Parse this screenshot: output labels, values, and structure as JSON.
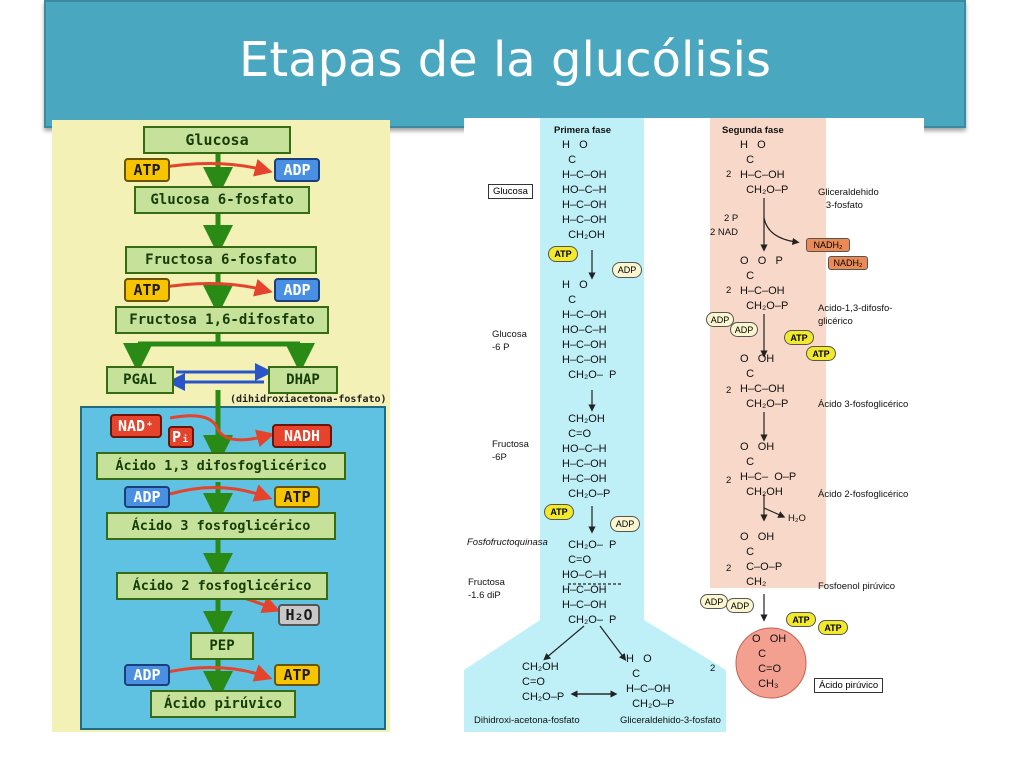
{
  "title": "Etapas de la glucólisis",
  "left_diagram": {
    "glucosa": "Glucosa",
    "g6p": "Glucosa 6-fosfato",
    "f6p": "Fructosa 6-fosfato",
    "f16": "Fructosa 1,6-difosfato",
    "pgal": "PGAL",
    "dhap": "DHAP",
    "dhap_note": "(dihidroxiacetona-fosfato)",
    "a13": "Ácido 1,3 difosfoglicérico",
    "a3": "Ácido 3 fosfoglicérico",
    "a2": "Ácido 2 fosfoglicérico",
    "pep": "PEP",
    "pir": "Ácido pirúvico",
    "atp": "ATP",
    "adp": "ADP",
    "nad": "NAD⁺",
    "pi": "Pᵢ",
    "nadh": "NADH",
    "h2o": "H₂O"
  },
  "right_diagram": {
    "primera_fase": "Primera fase",
    "segunda_fase": "Segunda fase",
    "glucosa_label": "Glucosa",
    "glucosa6p_label": "Glucosa\n-6 P",
    "fructosa6p_label": "Fructosa\n-6P",
    "fosfofructoquinasa": "Fosfofructoquinasa",
    "fructosa16_label": "Fructosa\n-1.6 diP",
    "dihidroxi": "Dihidroxi-acetona-fosfato",
    "gliceraldehido3f": "Gliceraldehido-3-fosfato",
    "glic_label": "Gliceraldehido\n   3-fosfato",
    "two_p": "2 P",
    "two_nad": "2 NAD",
    "nadh2": "NADH₂",
    "acido13": "Acido-1,3-difosfo-\nglicérico",
    "acido3": "Ácido 3-fosfoglicérico",
    "acido2": "Ácido 2-fosfoglicérico",
    "h2o": "H₂O",
    "fosfoenol": "Fosfoenol pirúvico",
    "acido_piruvico": "Ácido pirúvico",
    "atp": "ATP",
    "adp": "ADP",
    "chem_glucosa": "H   O\n  C\nH–C–OH\nHO–C–H\nH–C–OH\nH–C–OH\n  CH₂OH",
    "chem_g6p": "H   O\n  C\nH–C–OH\nHO–C–H\nH–C–OH\nH–C–OH\n  CH₂O–  P",
    "chem_f6p": "  CH₂OH\n  C=O\nHO–C–H\nH–C–OH\nH–C–OH\n  CH₂O–P",
    "chem_f16": "  CH₂O–  P\n  C=O\nHO–C–H\nH–C–OH\nH–C–OH\n  CH₂O–  P",
    "chem_dhap": "CH₂OH\nC=O\nCH₂O–P",
    "chem_g3p": "H   O\n  C\nH–C–OH\n  CH₂O–P",
    "chem_s1": "H   O\n  C\nH–C–OH\n  CH₂O–P",
    "chem_s2": "O   O   P\n  C\nH–C–OH\n  CH₂O–P",
    "chem_s3": "O   OH\n  C\nH–C–OH\n  CH₂O–P",
    "chem_s4": "O   OH\n  C\nH–C–  O–P\n  CH₂OH",
    "chem_s5": "O   OH\n  C\n  C–O–P\n  CH₂",
    "chem_s6": "O   OH\n  C\n  C=O\n  CH₃",
    "two": "2"
  }
}
